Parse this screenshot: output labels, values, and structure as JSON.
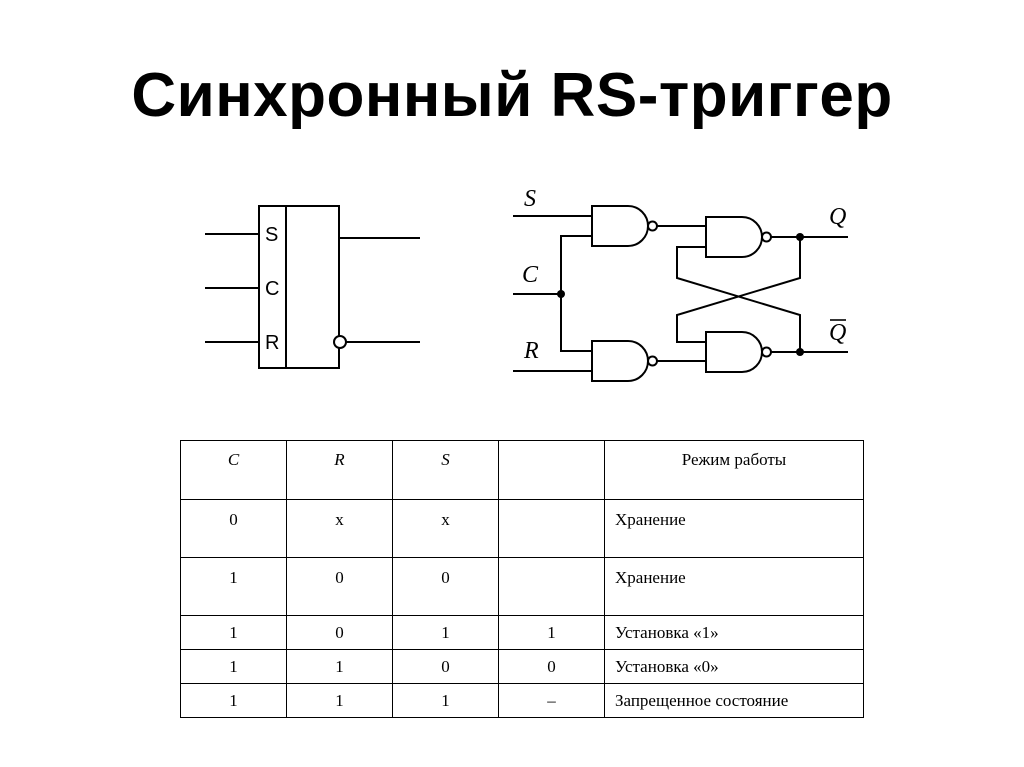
{
  "title": "Синхронный RS-триггер",
  "symbol": {
    "inputs": [
      "S",
      "C",
      "R"
    ]
  },
  "circuit": {
    "labels": {
      "s": "S",
      "c": "C",
      "r": "R",
      "q": "Q",
      "qbar": "Q"
    }
  },
  "table": {
    "headers": [
      "C",
      "R",
      "S",
      "",
      "Режим работы"
    ],
    "rows": [
      [
        "0",
        "x",
        "x",
        "",
        "Хранение"
      ],
      [
        "1",
        "0",
        "0",
        "",
        "Хранение"
      ],
      [
        "1",
        "0",
        "1",
        "1",
        "Установка «1»"
      ],
      [
        "1",
        "1",
        "0",
        "0",
        "Установка «0»"
      ],
      [
        "1",
        "1",
        "1",
        "–",
        "Запрещенное состояние"
      ]
    ]
  }
}
